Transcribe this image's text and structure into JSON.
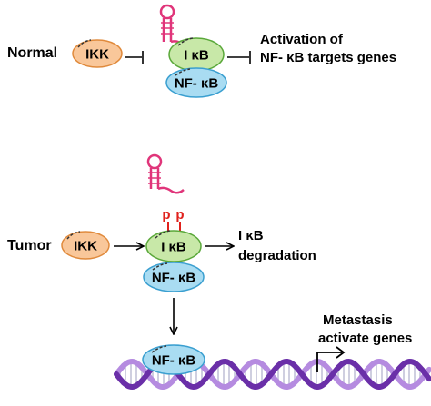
{
  "normal": {
    "label": "Normal",
    "ikk": "IKK",
    "ikb": "I κB",
    "nfkb": "NF- κB",
    "result_line1": "Activation of",
    "result_line2": "NF- κB targets genes"
  },
  "tumor": {
    "label": "Tumor",
    "ikk": "IKK",
    "ikb": "I κB",
    "nfkb": "NF- κB",
    "phospho_1": "p",
    "phospho_2": "p",
    "degradation_line1": "I κB",
    "degradation_line2": "degradation",
    "nucleus_nfkb": "NF- κB",
    "genes_line1": "Metastasis",
    "genes_line2": "activate genes"
  },
  "colors": {
    "ikk_fill": "#f9c79a",
    "ikk_stroke": "#e08a3c",
    "ikb_fill": "#c8e8a8",
    "ikb_stroke": "#5aa83a",
    "nfkb_fill": "#a9dcf2",
    "nfkb_stroke": "#3a9fd0",
    "rna": "#e0357a",
    "phospho": "#e0211c",
    "dna_dark": "#6a2fa8",
    "dna_light": "#b58be0",
    "dna_rung": "#cfcfe0"
  }
}
